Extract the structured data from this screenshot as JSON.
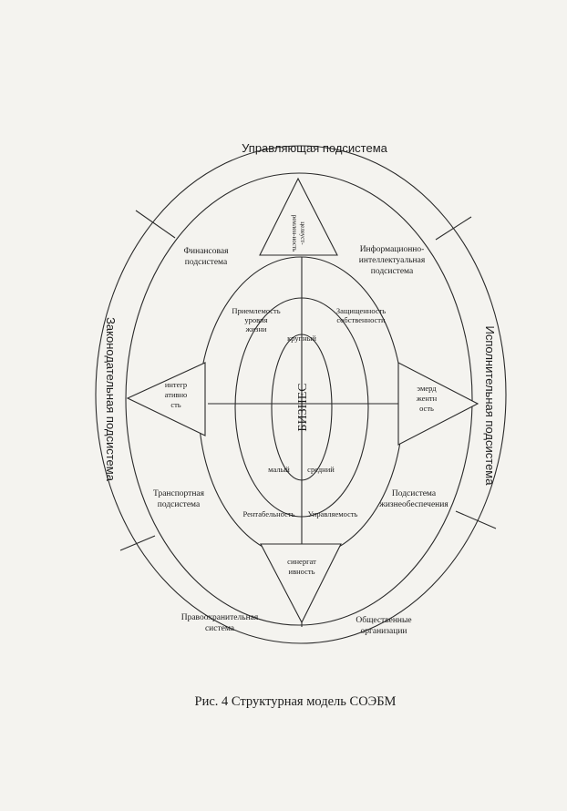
{
  "diagram": {
    "outer_top_label": "Управляющая подсистема",
    "left_side_label": "Законодательная подсистема",
    "right_side_label": "Исполнительная подсистема",
    "subsystems": {
      "financial": [
        "Финансовая",
        "подсистема"
      ],
      "info": [
        "Информационно-",
        "интеллектуальная",
        "подсистема"
      ],
      "transport": [
        "Транспортная",
        "подсистема"
      ],
      "life_support": [
        "Подсистема",
        "жизнеобеспечения"
      ],
      "law": [
        "Правоохранительная",
        "система"
      ],
      "public": [
        "Общественные",
        "организации"
      ]
    },
    "triangles": {
      "top": [
        "целеуст-",
        "ремлен-ность"
      ],
      "left": [
        "интегр",
        "ативно",
        "сть"
      ],
      "right": [
        "эмерд",
        "жентн",
        "ость"
      ],
      "bottom": [
        "синергат",
        "ивность"
      ]
    },
    "middle_labels": {
      "upper_left": [
        "Приемлемость",
        "уровня",
        "жизни"
      ],
      "upper_right": [
        "Защищенность",
        "собственности"
      ],
      "lower_left": "Рентабельность",
      "lower_right": "Управляемость"
    },
    "business_sizes": {
      "large": "крупный",
      "small": "малый",
      "medium": "средний"
    },
    "core_label": "БИЗНЕС"
  },
  "caption": "Рис. 4 Структурная модель СОЭБМ"
}
